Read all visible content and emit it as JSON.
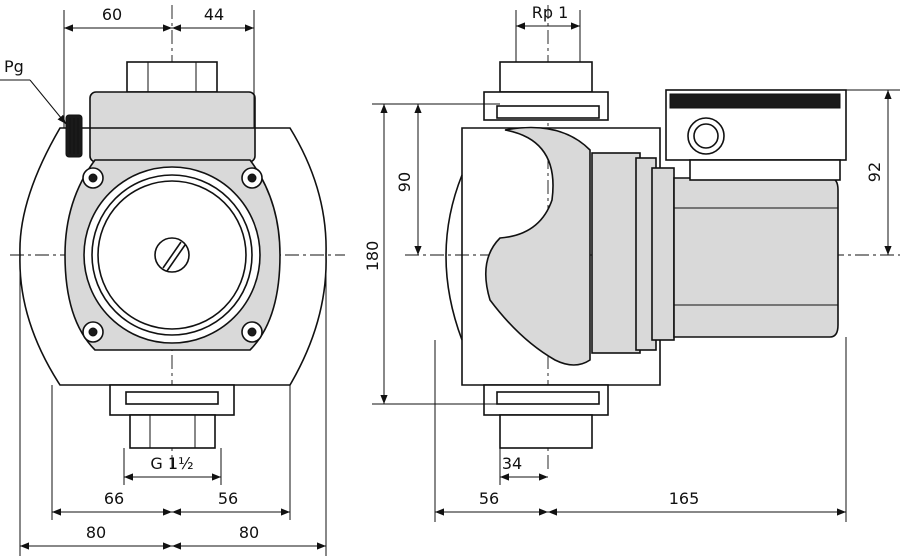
{
  "dimensions": {
    "top_left": "60",
    "top_right": "44",
    "rp": "Rp 1",
    "pg": "Pg",
    "d90": "90",
    "d180": "180",
    "d92": "92",
    "g": "G 1½",
    "d34": "34",
    "b66": "66",
    "b56_left": "56",
    "b80_left": "80",
    "b80_right": "80",
    "b56_right": "56",
    "b165": "165"
  }
}
